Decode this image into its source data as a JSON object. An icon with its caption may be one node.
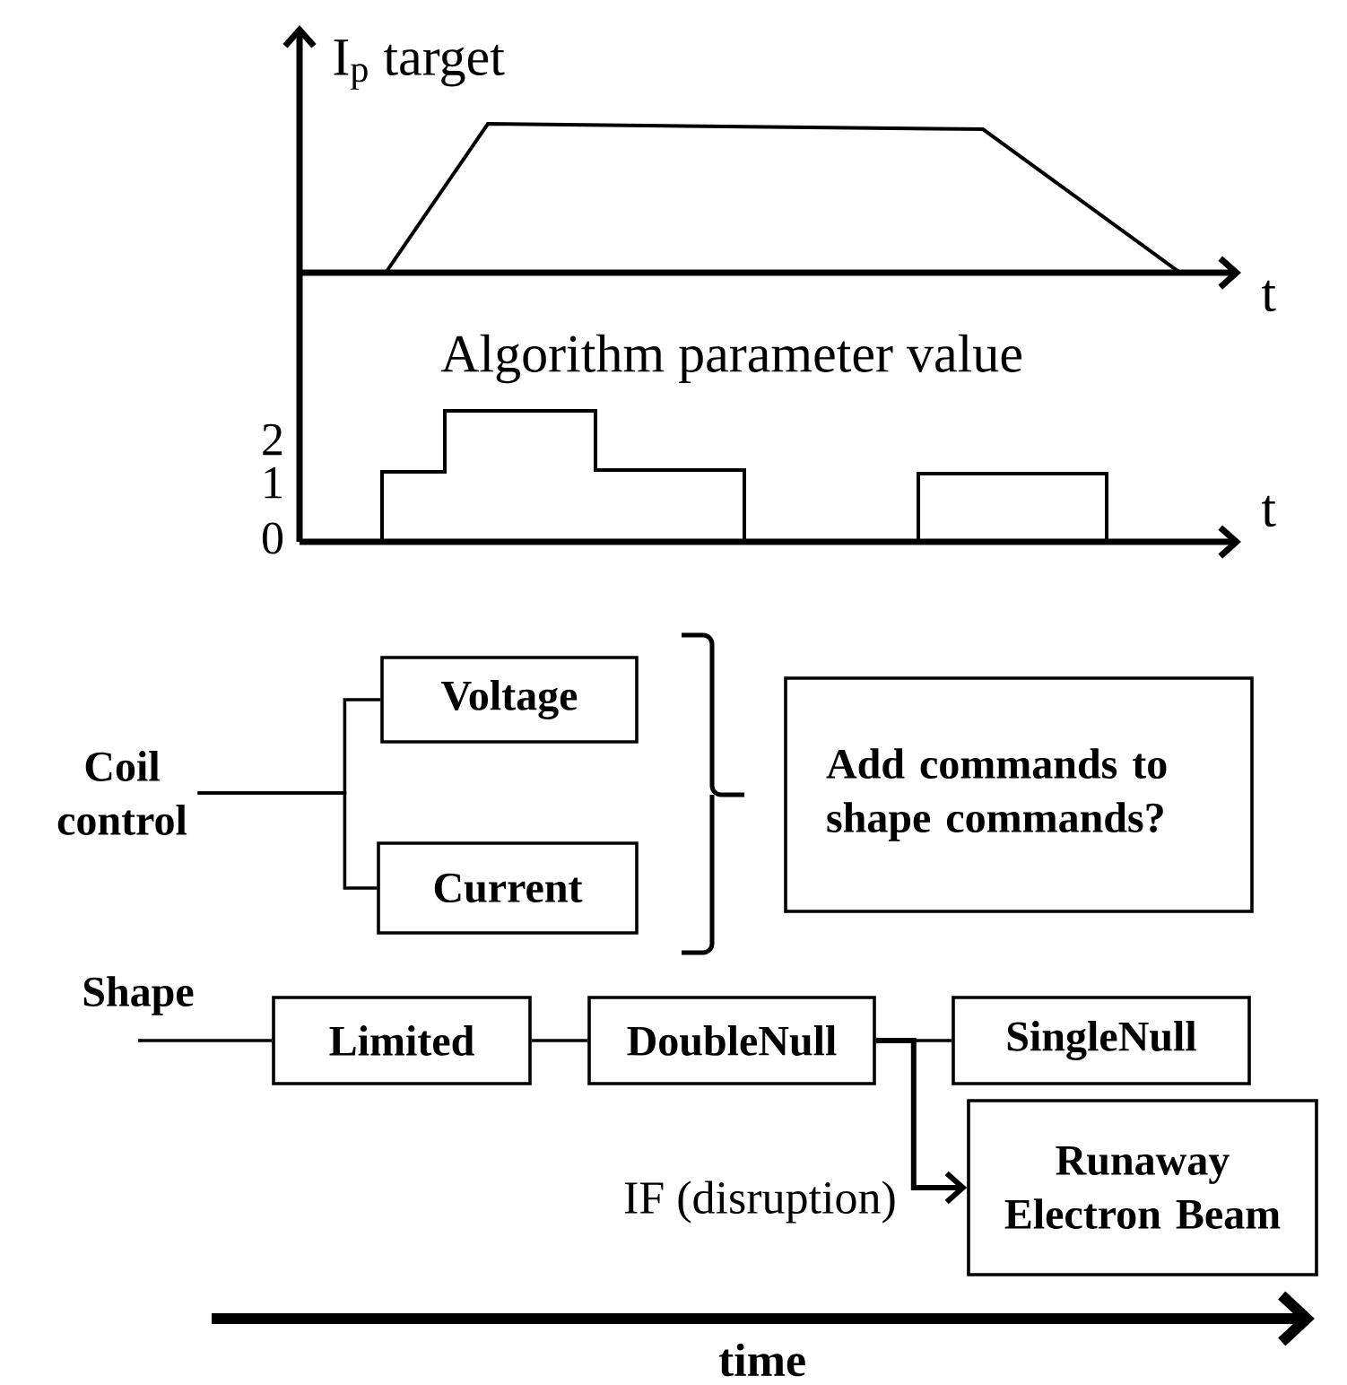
{
  "diagram": {
    "nodes": [
      {
        "text": [
          "Coil control"
        ]
      },
      {
        "text": [
          "Voltage"
        ]
      },
      {
        "text": [
          "Current"
        ]
      },
      {
        "text": [
          "Add commands to shape commands?"
        ]
      },
      {
        "text": [
          "Shape"
        ]
      },
      {
        "text": [
          "Limited"
        ]
      },
      {
        "text": [
          "DoubleNull"
        ]
      },
      {
        "text": [
          "SingleNull"
        ]
      },
      {
        "text": [
          "Runaway Electron Beam"
        ]
      }
    ],
    "edges": [
      {
        "from": 0,
        "to": 1,
        "arrow": "none"
      },
      {
        "from": 0,
        "to": 2,
        "arrow": "none"
      },
      {
        "from": 4,
        "to": 5,
        "arrow": "none"
      },
      {
        "from": 5,
        "to": 6,
        "arrow": "none"
      },
      {
        "from": 6,
        "to": 7,
        "arrow": "none"
      },
      {
        "from": 6,
        "to": 8,
        "arrow": "to",
        "label": "IF (disruption)"
      }
    ],
    "labels": [
      "I$_{p}$ target",
      "t",
      "Algorithm parameter value",
      "2",
      "1",
      "0",
      "t",
      "time"
    ]
  }
}
